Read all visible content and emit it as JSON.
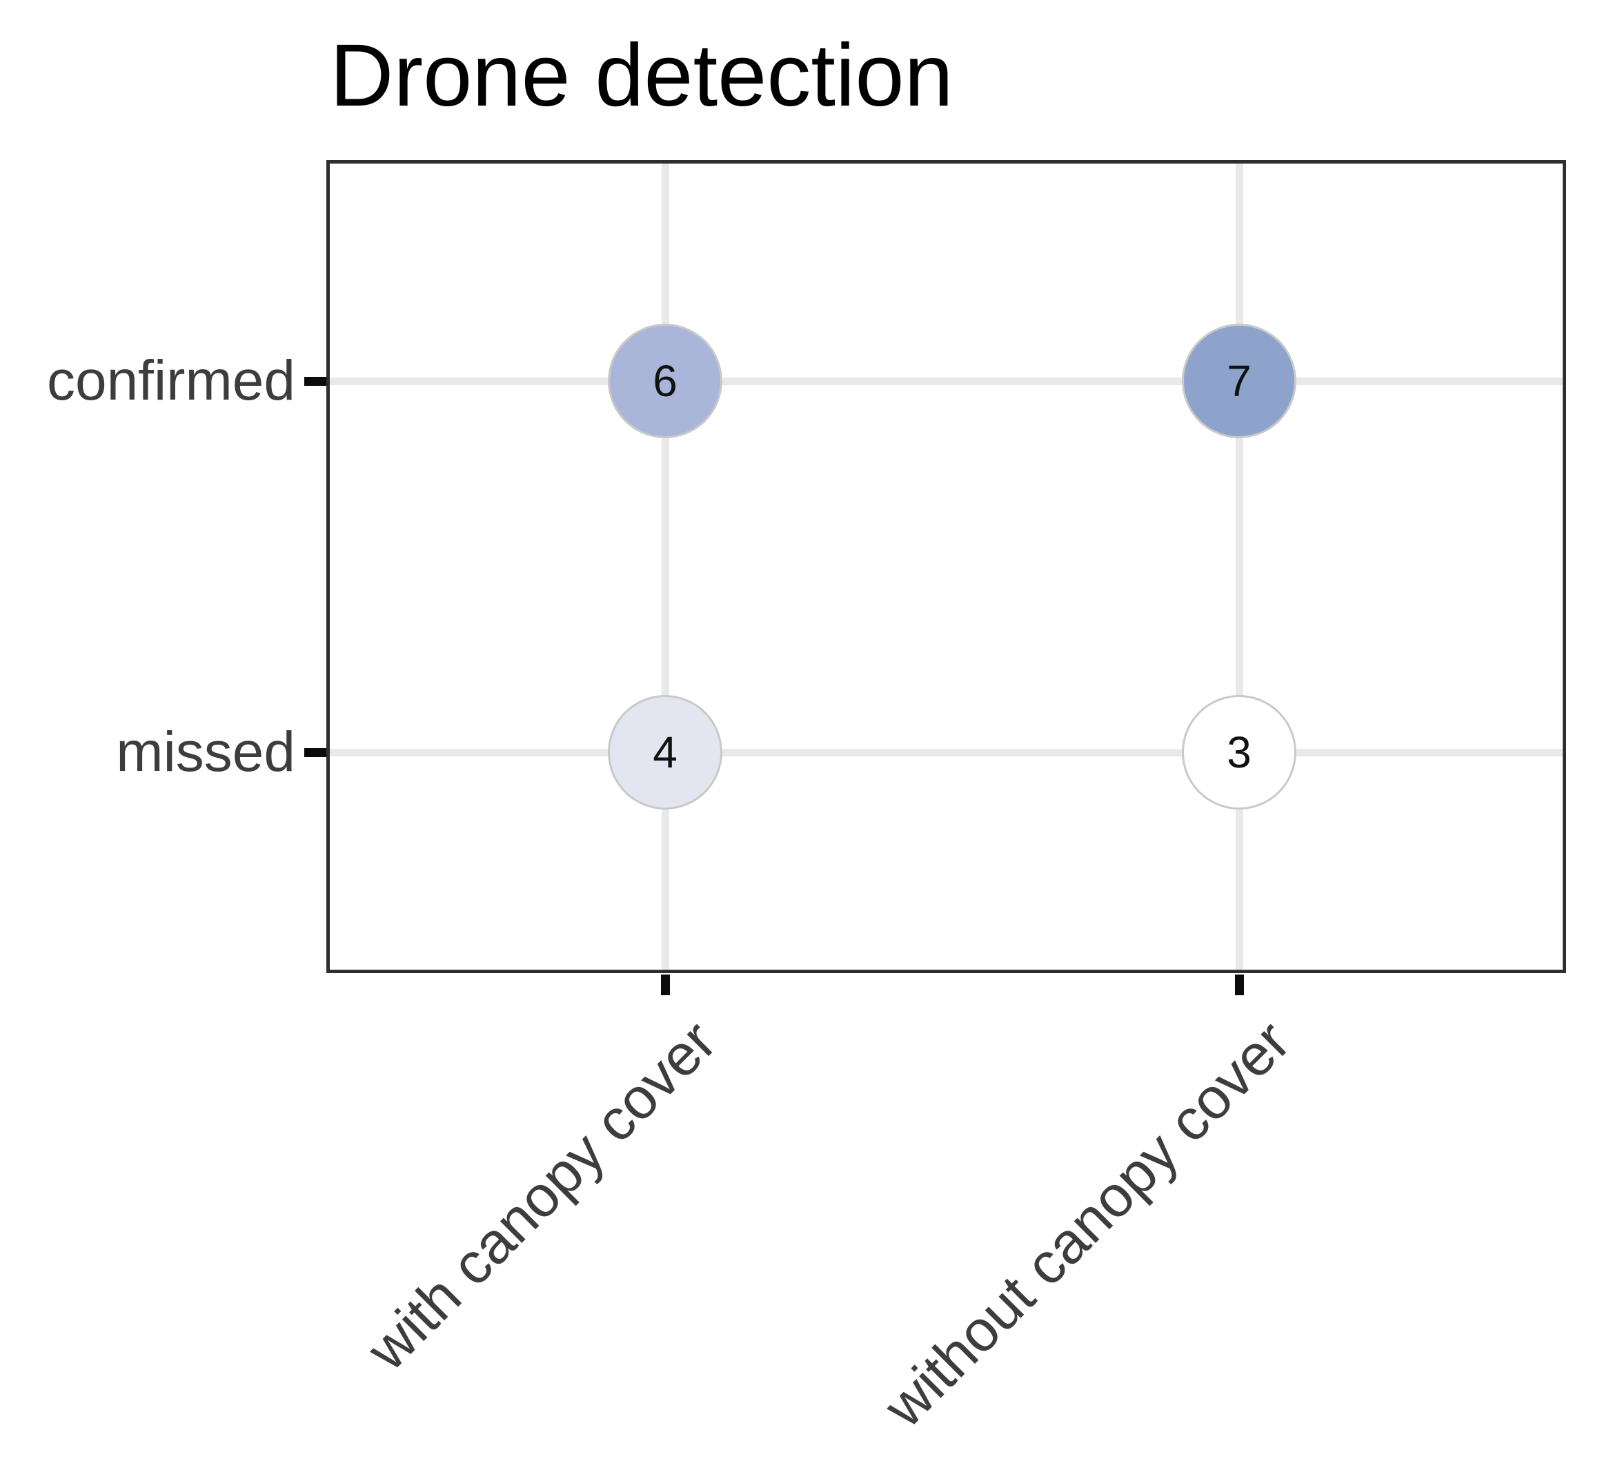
{
  "chart_data": {
    "type": "scatter",
    "variant": "balloon-plot",
    "title": "Drone detection",
    "x_categories": [
      "with canopy cover",
      "without canopy cover"
    ],
    "y_categories": [
      "confirmed",
      "missed"
    ],
    "points": [
      {
        "x": "with canopy cover",
        "y": "confirmed",
        "value": 6,
        "fill": "#aab6d9"
      },
      {
        "x": "without canopy cover",
        "y": "confirmed",
        "value": 7,
        "fill": "#8da3cc"
      },
      {
        "x": "with canopy cover",
        "y": "missed",
        "value": 4,
        "fill": "#e3e5f1"
      },
      {
        "x": "without canopy cover",
        "y": "missed",
        "value": 3,
        "fill": "#ffffff"
      }
    ],
    "value_range": [
      3,
      7
    ],
    "grid": true,
    "legend": false,
    "colors": {
      "min_fill": "#ffffff",
      "max_fill": "#8da3cc",
      "circle_border": "#c9c9c9",
      "gridline": "#e9e9e9",
      "frame": "#2e2e2e",
      "tick": "#0b0b0b",
      "axis_text": "#3d3d3d",
      "title_text": "#000000"
    }
  }
}
